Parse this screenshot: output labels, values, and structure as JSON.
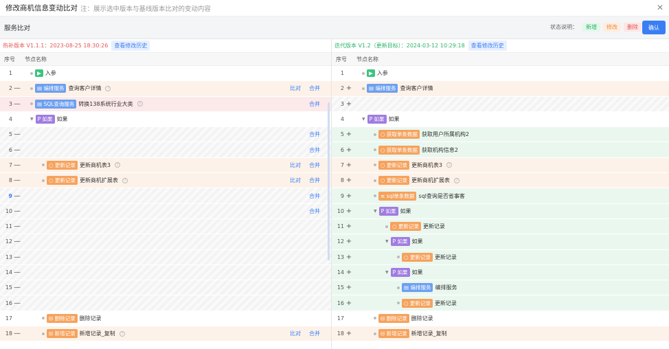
{
  "title": "修改商机信息变动比对",
  "note": "注：展示选中版本与基线版本比对的变动内容",
  "sub_label": "服务比对",
  "legend_caption": "状态说明：",
  "legend_new": "新增",
  "legend_mod": "修改",
  "legend_del": "删除",
  "confirm": "确认",
  "left_version": "热补版本 V1.1.1：2023-08-25 18:30:26",
  "right_version": "迭代版本 V1.2（更新目标）：2024-03-12 10:29:18",
  "history": "查看修改历史",
  "col_seq": "序号",
  "col_node": "节点名称",
  "act_compare": "比对",
  "act_merge": "合并",
  "left_rows": [
    {
      "n": "1",
      "s": "",
      "ind": 0,
      "badge": "▶",
      "bc": "green",
      "t": "入参",
      "bg": "",
      "a": ""
    },
    {
      "n": "2",
      "s": "—",
      "ind": 0,
      "badge": "▤ 编排服务",
      "bc": "blue",
      "t": "查询客户详情",
      "bg": "bg-mod",
      "a": "both",
      "help": true
    },
    {
      "n": "3",
      "s": "—",
      "ind": 0,
      "badge": "▤ SQL查询服务",
      "bc": "blue",
      "t": "转换138系统行业大类",
      "bg": "bg-del",
      "a": "merge",
      "help": true
    },
    {
      "n": "4",
      "s": "",
      "ind": 0,
      "caret": true,
      "badge": "P 如果",
      "bc": "purple",
      "t": "如果",
      "bg": "",
      "a": ""
    },
    {
      "n": "5",
      "s": "—",
      "ind": 0,
      "badge": "",
      "bc": "",
      "t": "",
      "bg": "bg-hatch",
      "a": "merge"
    },
    {
      "n": "6",
      "s": "—",
      "ind": 0,
      "badge": "",
      "bc": "",
      "t": "",
      "bg": "bg-hatch",
      "a": "merge"
    },
    {
      "n": "7",
      "s": "—",
      "ind": 1,
      "badge": "○ 更新记录",
      "bc": "orange",
      "t": "更新商机表3",
      "bg": "bg-mod",
      "a": "both",
      "help": true
    },
    {
      "n": "8",
      "s": "—",
      "ind": 1,
      "badge": "○ 更新记录",
      "bc": "orange",
      "t": "更新商机扩展表",
      "bg": "bg-mod",
      "a": "both",
      "help": true
    },
    {
      "n": "9",
      "s": "—",
      "ind": 0,
      "badge": "",
      "bc": "",
      "t": "",
      "bg": "bg-hatch",
      "a": "merge",
      "blue": true
    },
    {
      "n": "10",
      "s": "—",
      "ind": 0,
      "badge": "",
      "bc": "",
      "t": "",
      "bg": "bg-hatch",
      "a": "merge"
    },
    {
      "n": "11",
      "s": "—",
      "ind": 0,
      "badge": "",
      "bc": "",
      "t": "",
      "bg": "bg-hatch",
      "a": ""
    },
    {
      "n": "12",
      "s": "—",
      "ind": 0,
      "badge": "",
      "bc": "",
      "t": "",
      "bg": "bg-hatch",
      "a": ""
    },
    {
      "n": "13",
      "s": "—",
      "ind": 0,
      "badge": "",
      "bc": "",
      "t": "",
      "bg": "bg-hatch",
      "a": ""
    },
    {
      "n": "14",
      "s": "—",
      "ind": 0,
      "badge": "",
      "bc": "",
      "t": "",
      "bg": "bg-hatch",
      "a": ""
    },
    {
      "n": "15",
      "s": "—",
      "ind": 0,
      "badge": "",
      "bc": "",
      "t": "",
      "bg": "bg-hatch",
      "a": ""
    },
    {
      "n": "16",
      "s": "—",
      "ind": 0,
      "badge": "",
      "bc": "",
      "t": "",
      "bg": "bg-hatch",
      "a": ""
    },
    {
      "n": "17",
      "s": "",
      "ind": 1,
      "badge": "⊟ 删除记录",
      "bc": "orange",
      "t": "删除记录",
      "bg": "",
      "a": ""
    },
    {
      "n": "18",
      "s": "—",
      "ind": 1,
      "badge": "⊟ 新增记录",
      "bc": "orange",
      "t": "新增记录_复制",
      "bg": "bg-mod",
      "a": "both",
      "help": true
    }
  ],
  "right_rows": [
    {
      "n": "1",
      "s": "",
      "ind": 0,
      "badge": "▶",
      "bc": "green",
      "t": "入参",
      "bg": ""
    },
    {
      "n": "2",
      "s": "+",
      "ind": 0,
      "badge": "▤ 编排服务",
      "bc": "blue",
      "t": "查询客户详情",
      "bg": "bg-mod"
    },
    {
      "n": "3",
      "s": "+",
      "ind": 0,
      "badge": "",
      "bc": "",
      "t": "",
      "bg": "bg-hatch"
    },
    {
      "n": "4",
      "s": "",
      "ind": 0,
      "caret": true,
      "badge": "P 如果",
      "bc": "purple",
      "t": "如果",
      "bg": ""
    },
    {
      "n": "5",
      "s": "+",
      "ind": 1,
      "badge": "○ 获取单条数据",
      "bc": "orange",
      "t": "获取用户所属机构2",
      "bg": "bg-new"
    },
    {
      "n": "6",
      "s": "+",
      "ind": 1,
      "badge": "○ 获取单条数据",
      "bc": "orange",
      "t": "获取机构信息2",
      "bg": "bg-new"
    },
    {
      "n": "7",
      "s": "+",
      "ind": 1,
      "badge": "○ 更新记录",
      "bc": "orange",
      "t": "更新商机表3",
      "bg": "bg-mod",
      "help": true
    },
    {
      "n": "8",
      "s": "+",
      "ind": 1,
      "badge": "○ 更新记录",
      "bc": "orange",
      "t": "更新商机扩展表",
      "bg": "bg-mod",
      "help": true
    },
    {
      "n": "9",
      "s": "+",
      "ind": 1,
      "badge": "≡ sql单条数据",
      "bc": "orange",
      "t": "sql查询是否省事客",
      "bg": "bg-new"
    },
    {
      "n": "10",
      "s": "+",
      "ind": 1,
      "caret": true,
      "badge": "P 如果",
      "bc": "purple",
      "t": "如果",
      "bg": "bg-new"
    },
    {
      "n": "11",
      "s": "+",
      "ind": 2,
      "badge": "○ 更新记录",
      "bc": "orange",
      "t": "更新记录",
      "bg": "bg-new"
    },
    {
      "n": "12",
      "s": "+",
      "ind": 2,
      "caret": true,
      "badge": "P 如果",
      "bc": "purple",
      "t": "如果",
      "bg": "bg-new"
    },
    {
      "n": "13",
      "s": "+",
      "ind": 3,
      "badge": "○ 更新记录",
      "bc": "orange",
      "t": "更新记录",
      "bg": "bg-new"
    },
    {
      "n": "14",
      "s": "+",
      "ind": 2,
      "caret": true,
      "badge": "P 如果",
      "bc": "purple",
      "t": "如果",
      "bg": "bg-new"
    },
    {
      "n": "15",
      "s": "+",
      "ind": 3,
      "badge": "▤ 编排服务",
      "bc": "blue",
      "t": "编排服务",
      "bg": "bg-new"
    },
    {
      "n": "16",
      "s": "+",
      "ind": 3,
      "badge": "○ 更新记录",
      "bc": "orange",
      "t": "更新记录",
      "bg": "bg-new"
    },
    {
      "n": "17",
      "s": "",
      "ind": 1,
      "badge": "⊟ 删除记录",
      "bc": "orange",
      "t": "删除记录",
      "bg": ""
    },
    {
      "n": "18",
      "s": "+",
      "ind": 1,
      "badge": "⊟ 新增记录",
      "bc": "orange",
      "t": "新增记录_复制",
      "bg": "bg-mod"
    }
  ]
}
